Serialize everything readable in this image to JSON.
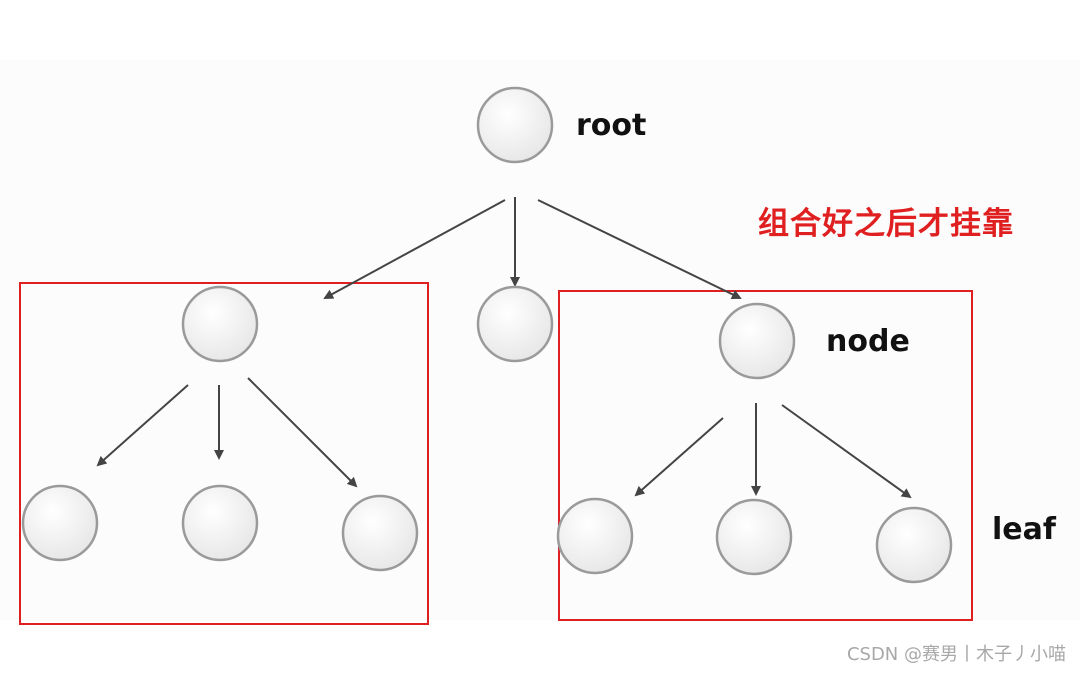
{
  "labels": {
    "root": "root",
    "node": "node",
    "leaf": "leaf"
  },
  "annotation": "组合好之后才挂靠",
  "watermark": "CSDN @赛男丨木子丿小喵",
  "colors": {
    "highlight": "#e02020",
    "arrow": "#444444",
    "node_fill": "#f4f4f4",
    "node_stroke": "#9a9a9a",
    "watermark": "#a8a8a8"
  },
  "tree": {
    "nodes": [
      {
        "id": "root",
        "kind": "root"
      },
      {
        "id": "child-left",
        "kind": "node"
      },
      {
        "id": "child-middle",
        "kind": "node"
      },
      {
        "id": "child-right",
        "kind": "node"
      },
      {
        "id": "leaf-left-1",
        "kind": "leaf"
      },
      {
        "id": "leaf-left-2",
        "kind": "leaf"
      },
      {
        "id": "leaf-left-3",
        "kind": "leaf"
      },
      {
        "id": "leaf-right-1",
        "kind": "leaf"
      },
      {
        "id": "leaf-right-2",
        "kind": "leaf"
      },
      {
        "id": "leaf-right-3",
        "kind": "leaf"
      }
    ],
    "edges": [
      {
        "from": "root",
        "to": "child-left"
      },
      {
        "from": "root",
        "to": "child-middle"
      },
      {
        "from": "root",
        "to": "child-right"
      },
      {
        "from": "child-left",
        "to": "leaf-left-1"
      },
      {
        "from": "child-left",
        "to": "leaf-left-2"
      },
      {
        "from": "child-left",
        "to": "leaf-left-3"
      },
      {
        "from": "child-right",
        "to": "leaf-right-1"
      },
      {
        "from": "child-right",
        "to": "leaf-right-2"
      },
      {
        "from": "child-right",
        "to": "leaf-right-3"
      }
    ],
    "groups": [
      {
        "id": "left-subtree",
        "members": [
          "child-left",
          "leaf-left-1",
          "leaf-left-2",
          "leaf-left-3"
        ]
      },
      {
        "id": "right-subtree",
        "members": [
          "child-right",
          "leaf-right-1",
          "leaf-right-2",
          "leaf-right-3"
        ]
      }
    ]
  }
}
